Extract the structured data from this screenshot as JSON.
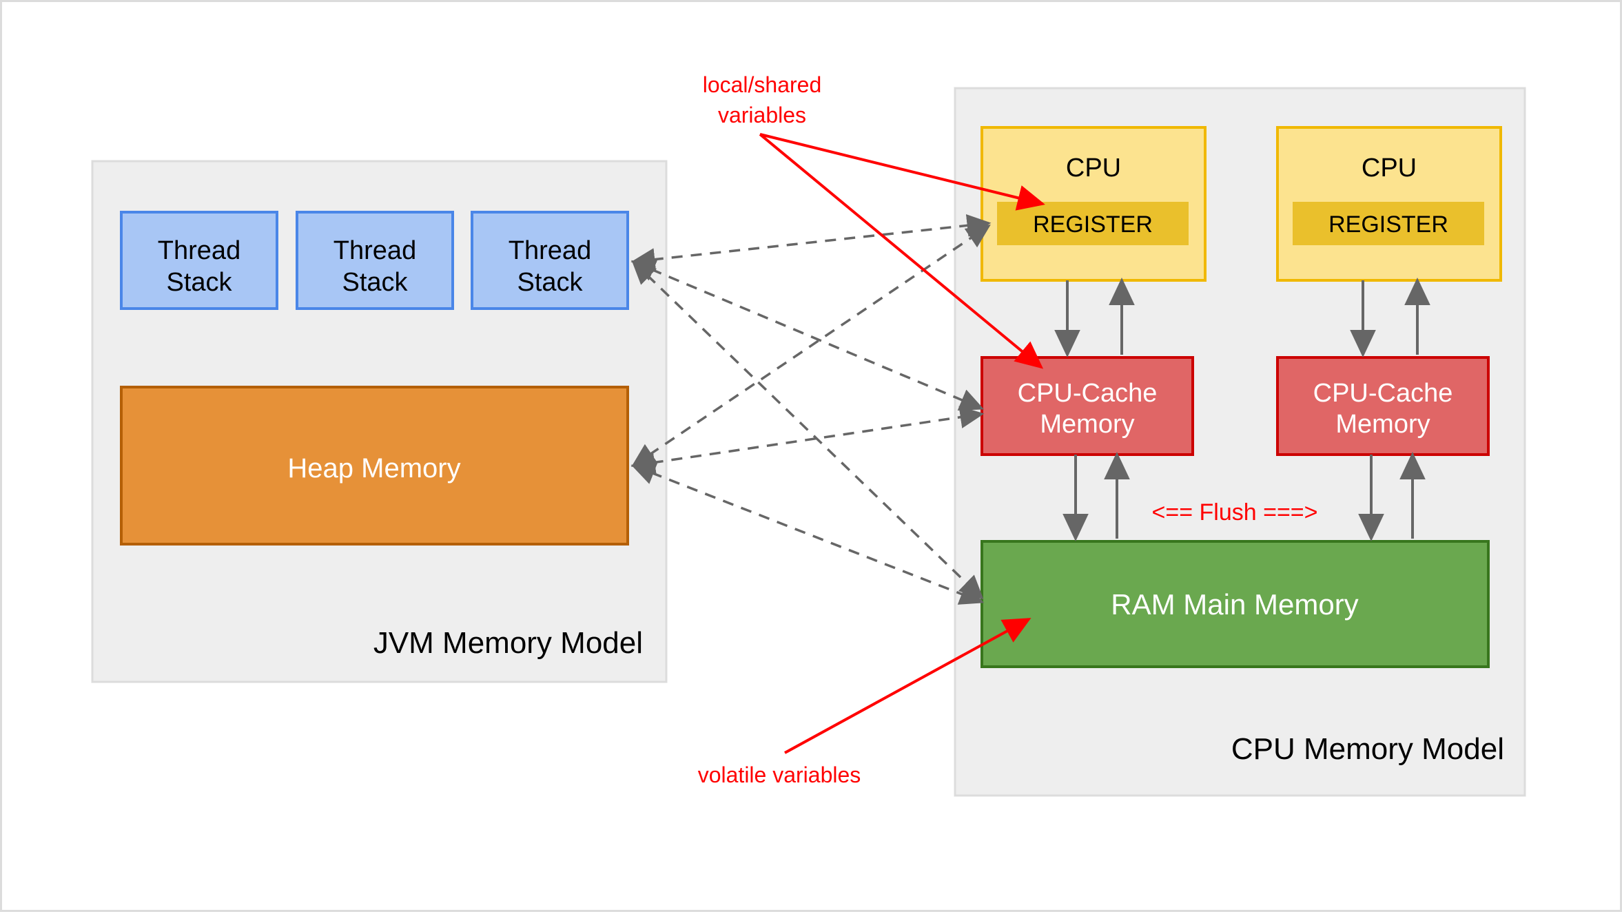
{
  "diagram": {
    "title_hidden": "",
    "panels": [
      {
        "id": "jvm",
        "label": "JVM Memory Model"
      },
      {
        "id": "cpu",
        "label": "CPU Memory Model"
      }
    ],
    "jvm": {
      "label": "JVM Memory Model",
      "thread_stacks": [
        {
          "line1": "Thread",
          "line2": "Stack"
        },
        {
          "line1": "Thread",
          "line2": "Stack"
        },
        {
          "line1": "Thread",
          "line2": "Stack"
        }
      ],
      "heap": {
        "label": "Heap Memory"
      }
    },
    "cpu": {
      "label": "CPU Memory Model",
      "cores": [
        {
          "cpu_label": "CPU",
          "register_label": "REGISTER",
          "cache_line1": "CPU-Cache",
          "cache_line2": "Memory"
        },
        {
          "cpu_label": "CPU",
          "register_label": "REGISTER",
          "cache_line1": "CPU-Cache",
          "cache_line2": "Memory"
        }
      ],
      "ram": {
        "label": "RAM Main Memory"
      },
      "flush": {
        "label": "<== Flush ===>"
      }
    },
    "annotations": [
      {
        "id": "local-shared",
        "line1": "local/shared",
        "line2": "variables"
      },
      {
        "id": "volatile",
        "line1": "volatile variables",
        "line2": ""
      }
    ],
    "colors": {
      "panel_bg": "#eeeeee",
      "panel_border": "#dcdcdc",
      "thread_fill": "#a8c6f5",
      "thread_border": "#4a86e8",
      "heap_fill": "#e69138",
      "heap_border": "#b45f06",
      "cpu_fill": "#fce38f",
      "cpu_border": "#f0b800",
      "register_fill": "#eac02c",
      "cache_fill": "#e06666",
      "cache_border": "#cc0000",
      "ram_fill": "#6aa84f",
      "ram_border": "#38761d",
      "annotation_red": "#ff0000",
      "connector_gray": "#666666"
    }
  }
}
